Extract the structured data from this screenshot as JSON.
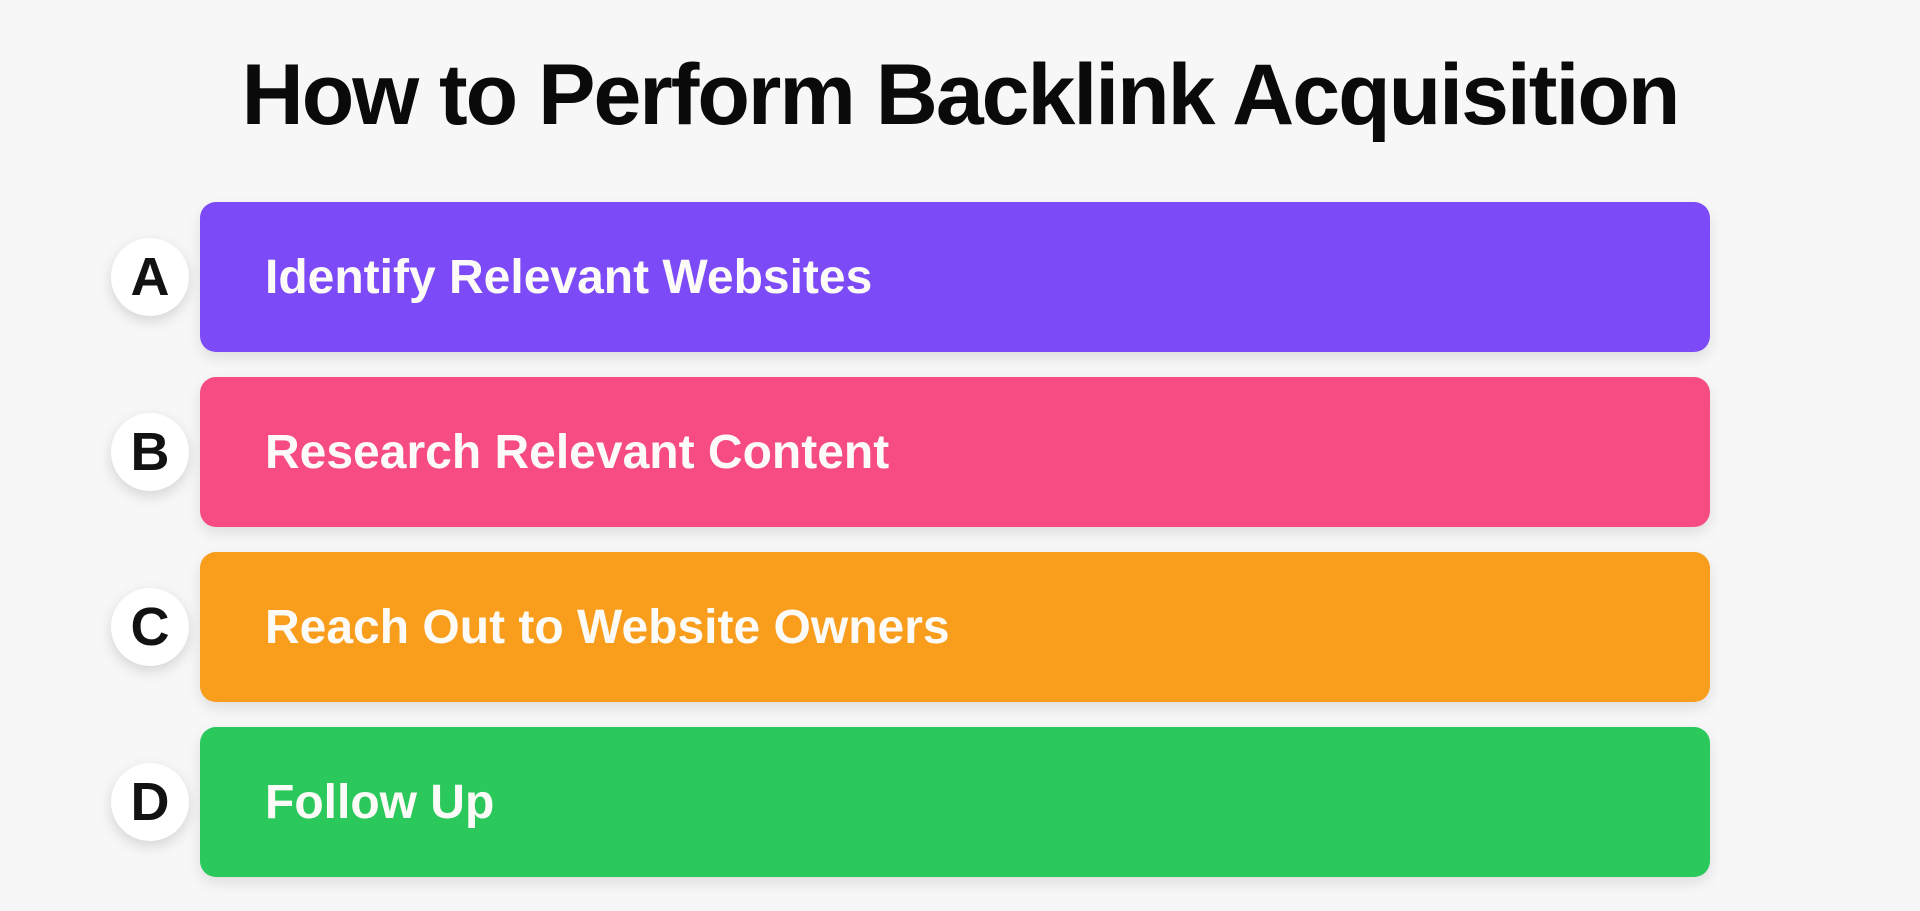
{
  "page": {
    "background_color": "#f7f7f8",
    "title": "How to Perform Backlink Acquisition",
    "title_color": "#0a0a0a"
  },
  "badge": {
    "background": "#ffffff",
    "text_color": "#121212"
  },
  "bar": {
    "text_color": "#fdfbf8"
  },
  "steps": [
    {
      "id": "A",
      "label": "Identify Relevant Websites",
      "color": "#7c4af7"
    },
    {
      "id": "B",
      "label": "Research Relevant Content",
      "color": "#f74c82"
    },
    {
      "id": "C",
      "label": "Reach Out to Website Owners",
      "color": "#f99d1d"
    },
    {
      "id": "D",
      "label": "Follow Up",
      "color": "#2bc85c"
    }
  ]
}
